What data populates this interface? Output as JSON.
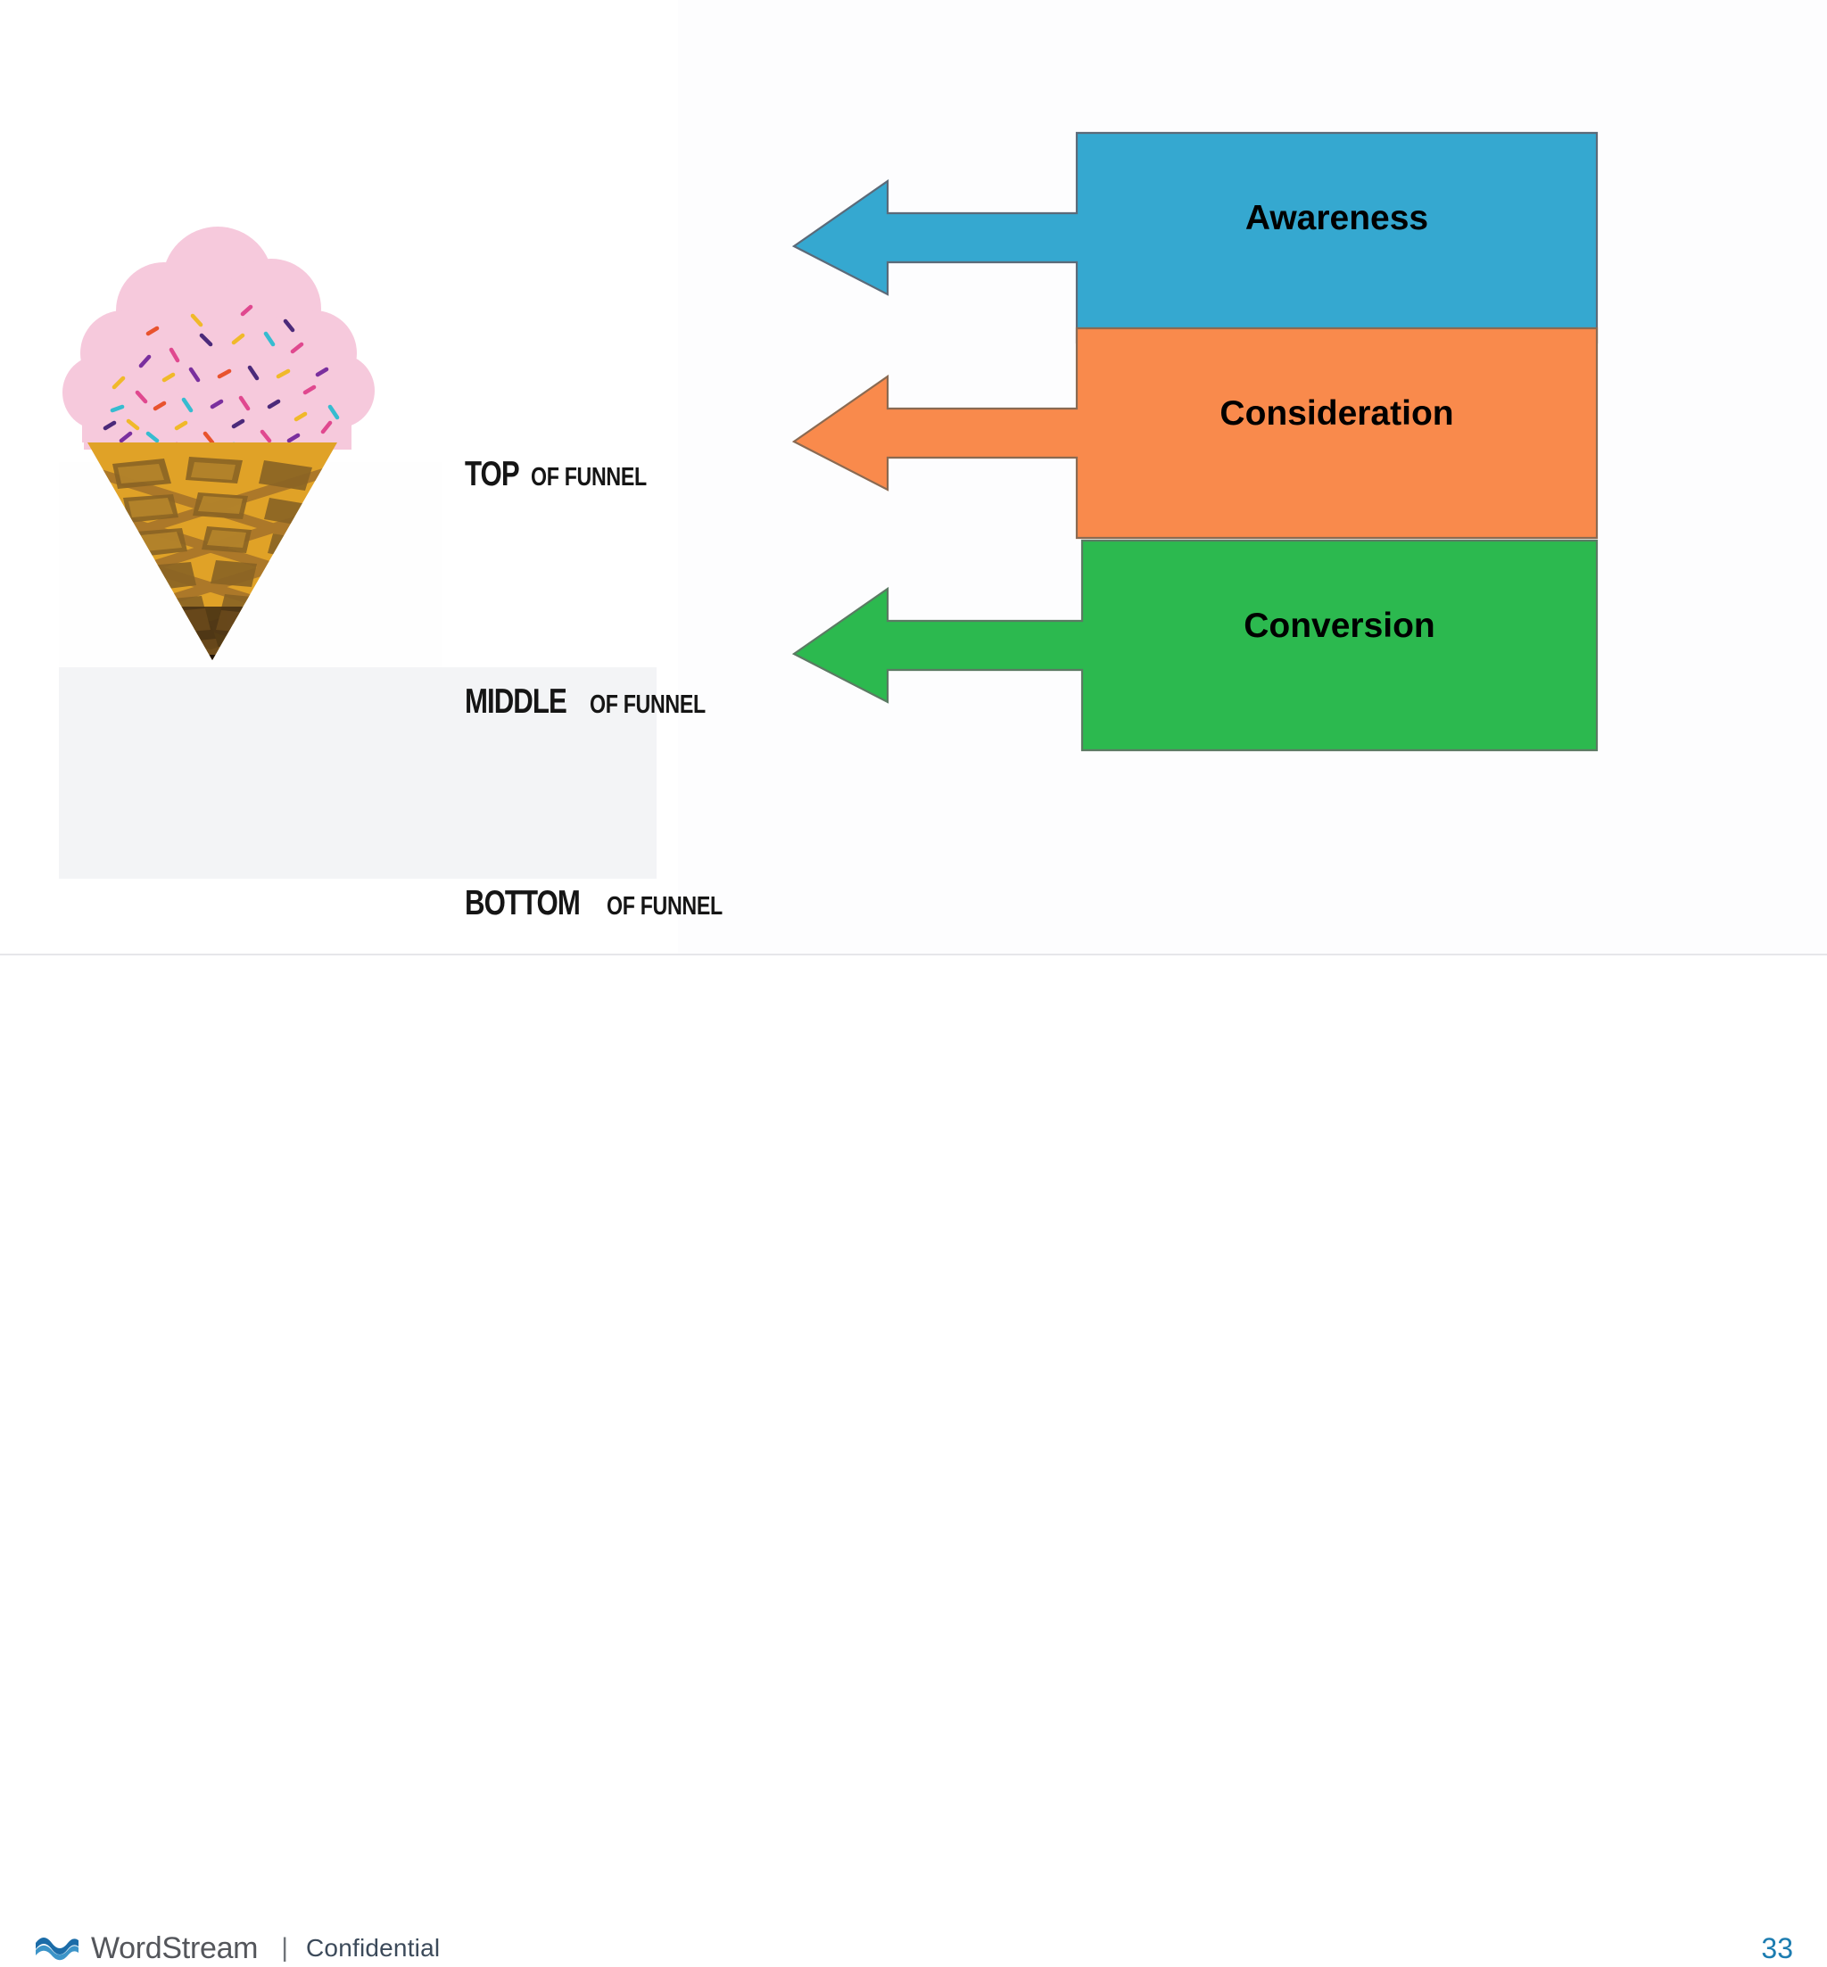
{
  "slide": {
    "page_number": "33"
  },
  "figure": {
    "alt_name": "ice-cream-cone-funnel-illustration",
    "stages": [
      {
        "strong": "TOP",
        "light": "OF FUNNEL"
      },
      {
        "strong": "MIDDLE",
        "light": "OF FUNNEL"
      },
      {
        "strong": "BOTTOM",
        "light": "OF FUNNEL"
      }
    ],
    "colors": {
      "scoop": "#f6c9dc",
      "cone_light": "#e0a227",
      "cone_mid": "#a9762a",
      "cone_dark": "#4a3414",
      "cone_tip": "#231607",
      "panel_background": "#f3f4f6"
    },
    "sprinkle_colors": [
      "#e0488f",
      "#7a2f9e",
      "#f0b92a",
      "#36bcd0",
      "#4b2a7a",
      "#e8532e"
    ]
  },
  "funnel_arrows": [
    {
      "label": "Awareness",
      "color": "#35a8d0",
      "stroke": "#5b6a79"
    },
    {
      "label": "Consideration",
      "color": "#f98a4c",
      "stroke": "#8a6a52"
    },
    {
      "label": "Conversion",
      "color": "#2cb94f",
      "stroke": "#5b7a63"
    }
  ],
  "footer": {
    "brand": "WordStream",
    "separator": "|",
    "confidential": "Confidential",
    "brand_color": "#1b6ca8",
    "page_number_color": "#1c7cb0"
  }
}
